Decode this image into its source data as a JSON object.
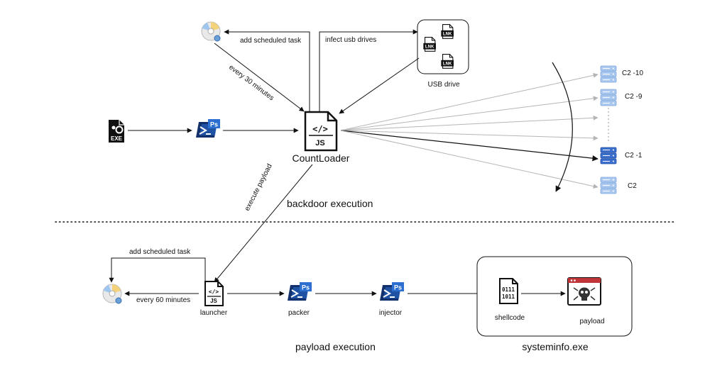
{
  "nodes": {
    "main_loader": "CountLoader",
    "usb": "USB drive",
    "lnk_badge": "LNK",
    "exe_badge": "EXE",
    "ps_badge": "Ps",
    "js_badge": "JS",
    "launcher": "launcher",
    "packer": "packer",
    "injector": "injector",
    "shellcode": "shellcode",
    "shellcode_bits_1": "0111",
    "shellcode_bits_2": "1011",
    "payload": "payload",
    "process": "systeminfo.exe"
  },
  "edges": {
    "add_task_top": "add scheduled task",
    "every30": "every 30 minutes",
    "infect_usb": "infect usb drives",
    "execute_payload": "execute payload",
    "add_task_bottom": "add scheduled task",
    "every60": "every 60 minutes"
  },
  "sections": {
    "backdoor": "backdoor execution",
    "payload": "payload execution"
  },
  "c2": [
    "C2 -10",
    "C2 -9",
    "C2 -1",
    "C2"
  ],
  "colors": {
    "ps_dark": "#12306b",
    "ps_light": "#2c6fd1",
    "server": "#aac8f0",
    "server_active": "#3d6fcf",
    "payload_bar": "#c2363a"
  }
}
